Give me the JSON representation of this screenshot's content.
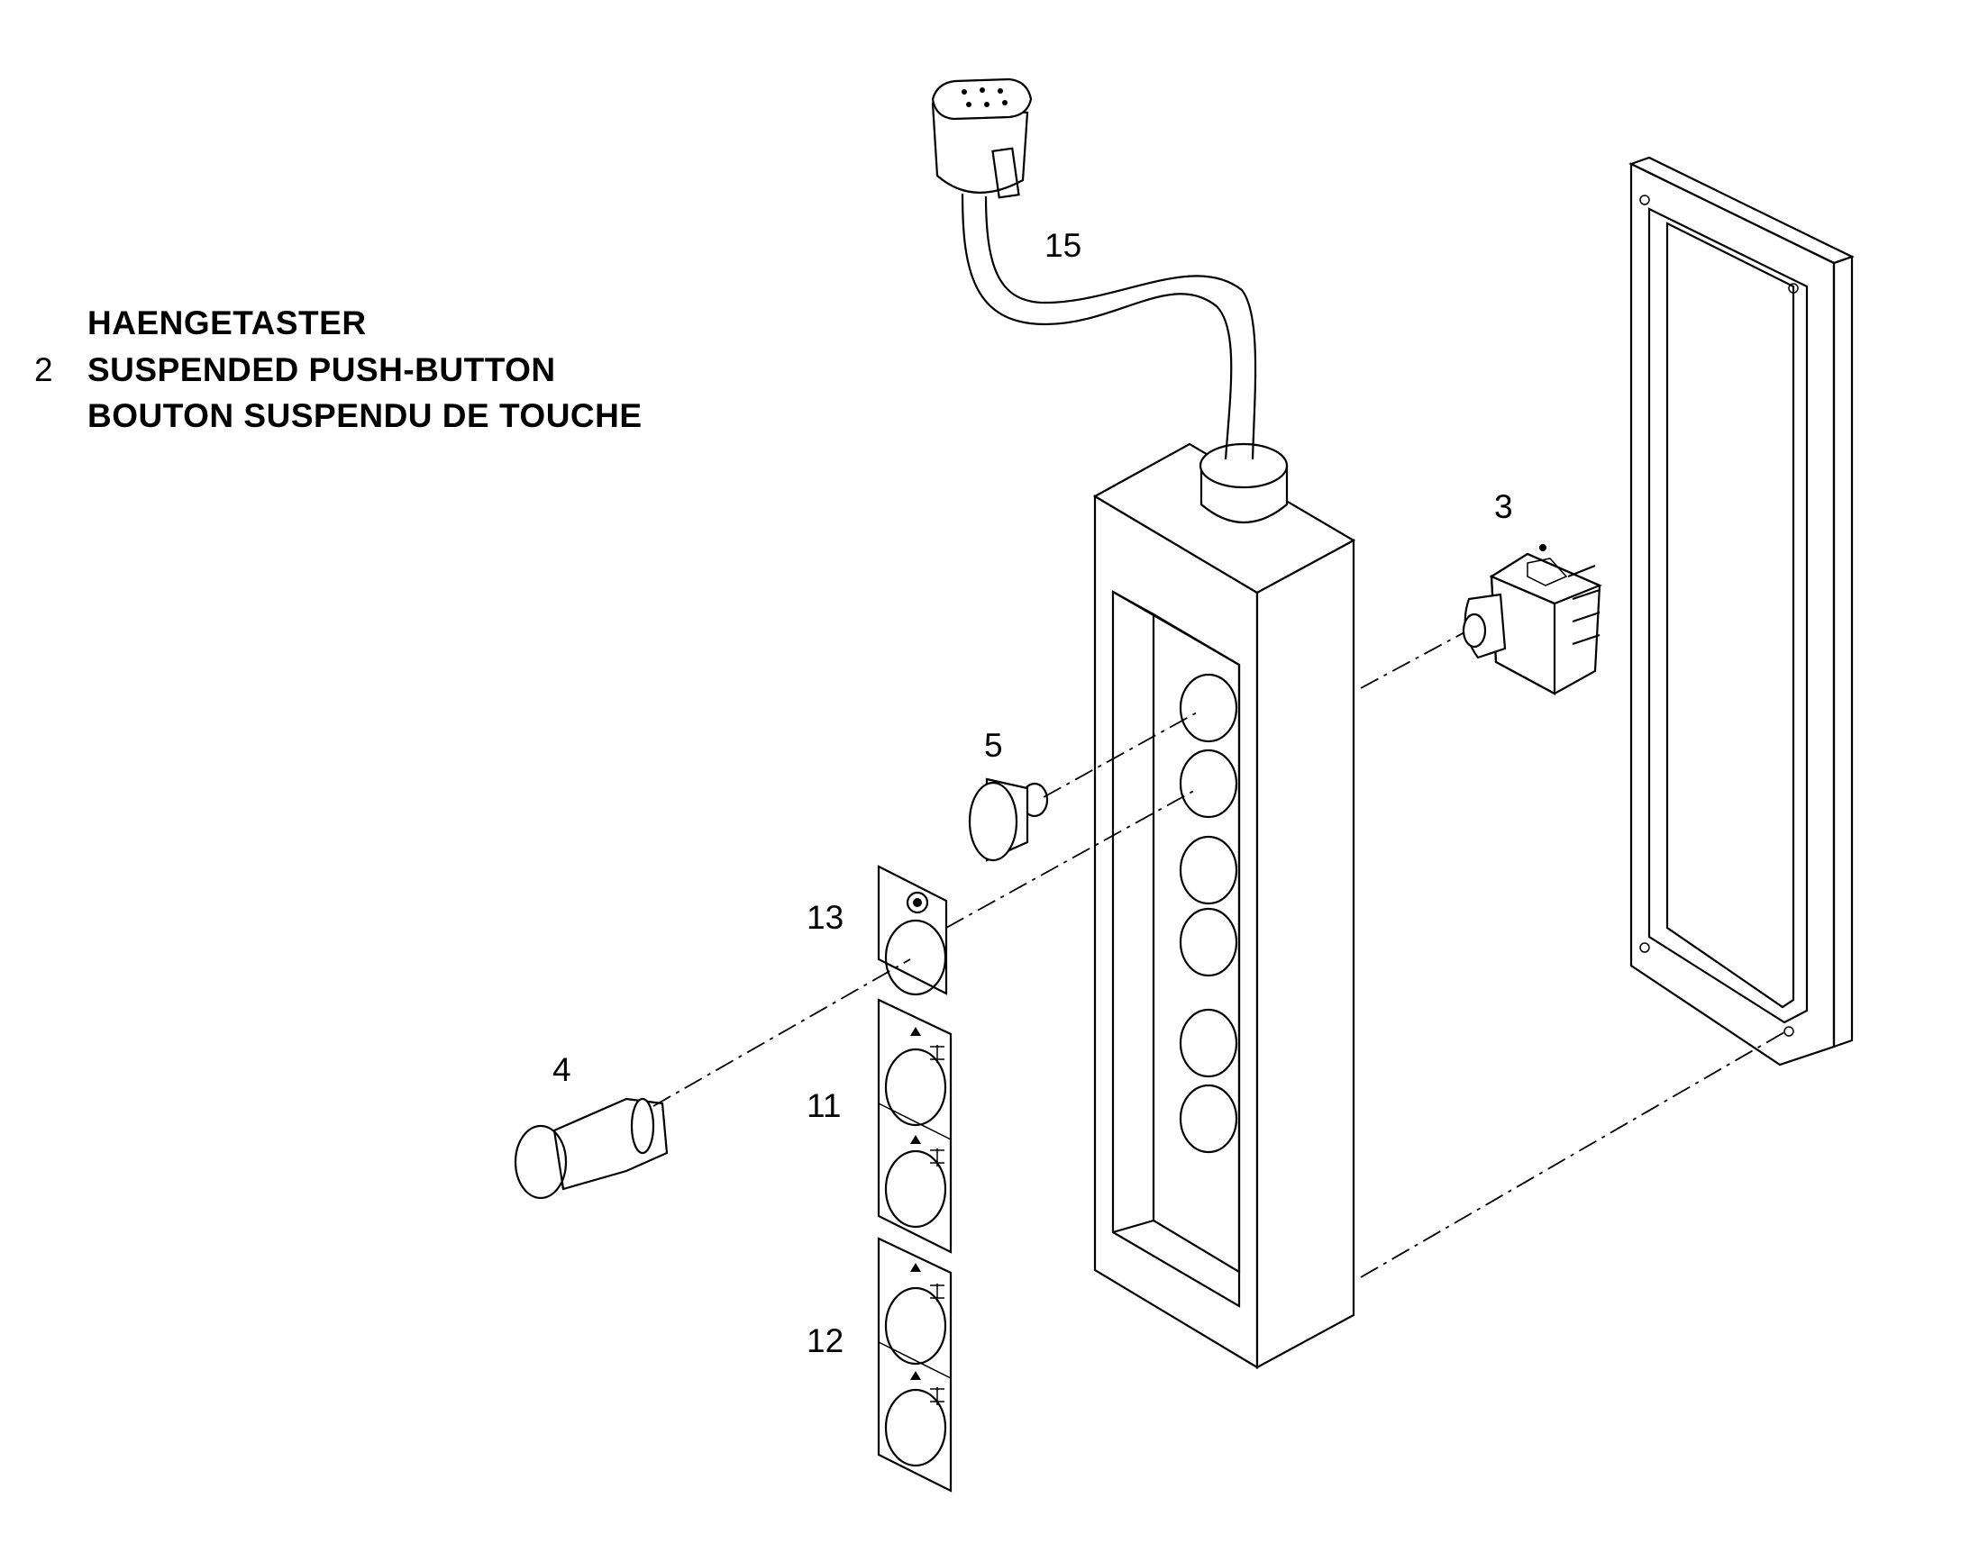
{
  "title": {
    "number": "2",
    "lines": [
      "HAENGETASTER",
      "SUSPENDED PUSH-BUTTON",
      "BOUTON SUSPENDU DE TOUCHE"
    ]
  },
  "callouts": {
    "connector_cable": "15",
    "switch_element": "3",
    "blank_cap": "5",
    "label_plate_single": "13",
    "actuator": "4",
    "label_plate_double_a": "11",
    "label_plate_double_b": "12"
  }
}
